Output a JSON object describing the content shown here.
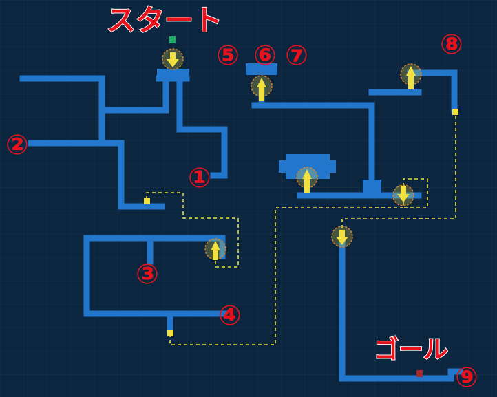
{
  "labels": {
    "start": "スタート",
    "goal": "ゴール",
    "points": [
      "①",
      "②",
      "③",
      "④",
      "⑤",
      "⑥",
      "⑦",
      "⑧",
      "⑨"
    ]
  },
  "colors": {
    "background": "#0d2640",
    "grid": "#173653",
    "path": "#2277cc",
    "dashed_route": "#e8e23a",
    "marker": "#f0e040",
    "marker_ring": "#d9822b",
    "label": "#e8121c",
    "title_fill": "#e8121c",
    "title_outline": "#ffffff",
    "start_marker": "#1fae6a",
    "goal_marker": "#a42a2a"
  },
  "icons": {
    "warp": "arrow-up-in-ring-icon",
    "warp_down": "arrow-down-in-ring-icon",
    "door": "yellow-square-icon"
  }
}
